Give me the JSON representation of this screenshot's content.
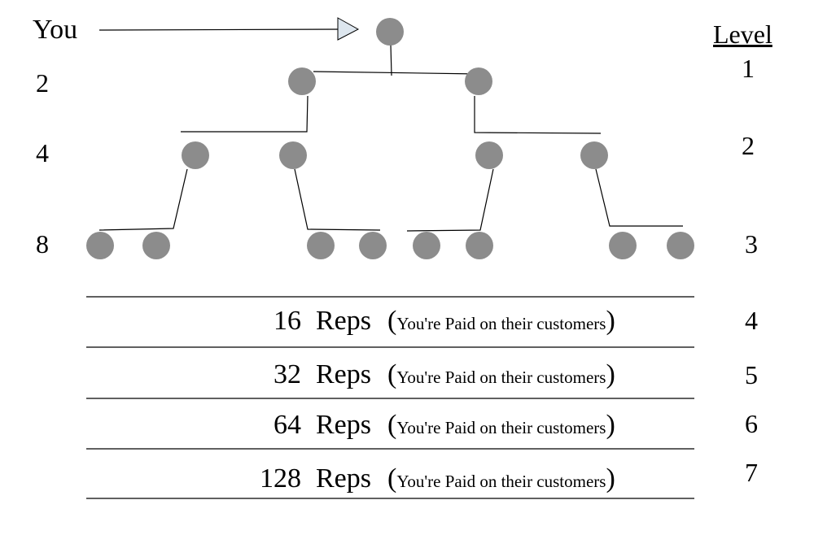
{
  "you_label": "You",
  "level_header": "Level",
  "left_counts": [
    "2",
    "4",
    "8"
  ],
  "tree_levels": [
    "1",
    "2",
    "3"
  ],
  "rows": [
    {
      "count": "16",
      "unit": "Reps",
      "note": "You're Paid on their customers",
      "level": "4"
    },
    {
      "count": "32",
      "unit": "Reps",
      "note": "You're Paid on their customers",
      "level": "5"
    },
    {
      "count": "64",
      "unit": "Reps",
      "note": "You're Paid on their customers",
      "level": "6"
    },
    {
      "count": "128",
      "unit": "Reps",
      "note": "You're Paid on their customers",
      "level": "7"
    }
  ],
  "colors": {
    "node": "#8c8c8c",
    "line": "#000000",
    "arrowhead": "#dde6ee"
  }
}
